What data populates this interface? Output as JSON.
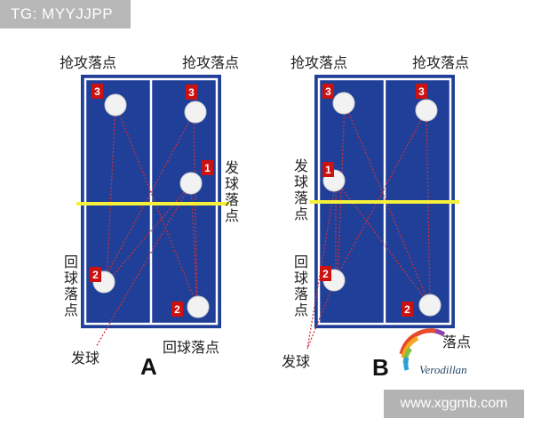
{
  "watermark_tag": "TG: MYYJJPP",
  "site_url": "www.xggmb.com",
  "brand_name": "Verodillan",
  "colors": {
    "court": "#1f3f99",
    "line": "#ffffff",
    "net": "#f5f03a",
    "marker": "#cc1111",
    "path": "#c8323a"
  },
  "diagram_a": {
    "letter": "A",
    "grab_left": "抢攻落点",
    "grab_right": "抢攻落点",
    "serve_landing": [
      "发",
      "球",
      "落",
      "点"
    ],
    "return_landing_side": [
      "回",
      "球",
      "落",
      "点"
    ],
    "return_landing_bottom": "回球落点",
    "serve": "发球",
    "markers": [
      "3",
      "3",
      "1",
      "2",
      "2"
    ]
  },
  "diagram_b": {
    "letter": "B",
    "grab_left": "抢攻落点",
    "grab_right": "抢攻落点",
    "serve_landing": [
      "发",
      "球",
      "落",
      "点"
    ],
    "return_landing_side": [
      "回",
      "球",
      "落",
      "点"
    ],
    "return_landing_bottom": "落点",
    "serve": "发球",
    "markers": [
      "3",
      "3",
      "1",
      "2",
      "2"
    ]
  }
}
